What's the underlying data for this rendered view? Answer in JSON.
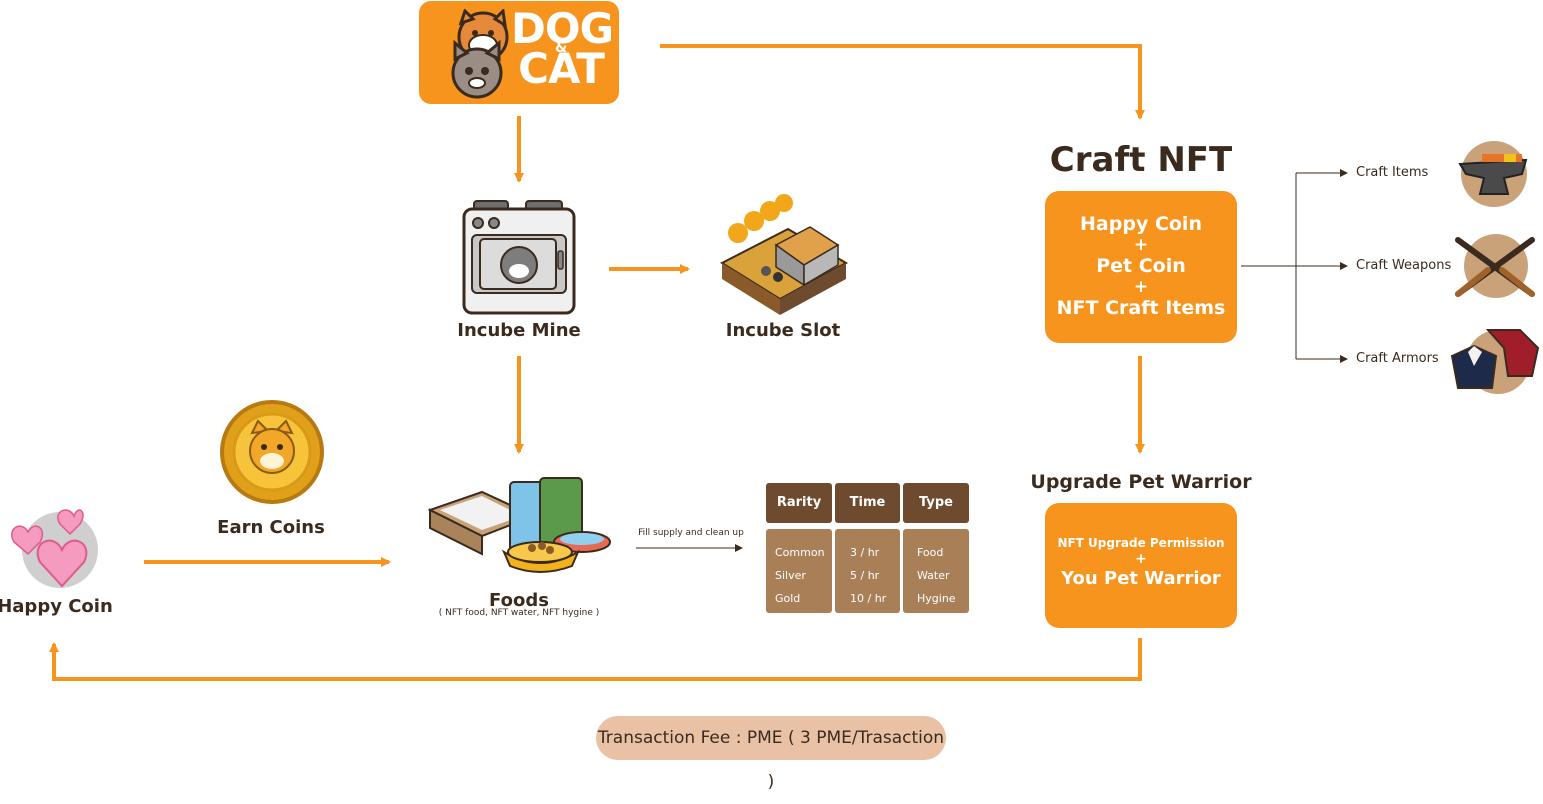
{
  "logo": {
    "line1": "DOG",
    "amp": "&",
    "line2": "CAT"
  },
  "nodes": {
    "incube_mine": "Incube Mine",
    "incube_slot": "Incube Slot",
    "foods": "Foods",
    "foods_sub": "( NFT food, NFT water, NFT hygine )",
    "earn_coins": "Earn Coins",
    "happy_coin": "Happy Coin"
  },
  "craft": {
    "title": "Craft NFT",
    "line1": "Happy Coin",
    "plus": "+",
    "line2": "Pet Coin",
    "line3": "NFT Craft Items",
    "branches": [
      "Craft Items",
      "Craft Weapons",
      "Craft Armors"
    ]
  },
  "upgrade": {
    "title": "Upgrade Pet Warrior",
    "line1": "NFT Upgrade Permission",
    "plus": "+",
    "line2": "You Pet Warrior"
  },
  "fill_note": "Fill supply and clean up",
  "table": {
    "headers": [
      "Rarity",
      "Time",
      "Type"
    ],
    "rarity": [
      "Common",
      "Silver",
      "Gold"
    ],
    "time": [
      "3 / hr",
      "5 / hr",
      "10 / hr"
    ],
    "type": [
      "Food",
      "Water",
      "Hygine"
    ]
  },
  "fee": "Transaction Fee : PME ( 3 PME/Trasaction )",
  "colors": {
    "orange": "#f7941d",
    "brown": "#6e4a2f",
    "tan": "#a97f57",
    "pill": "#e9c2a6"
  }
}
